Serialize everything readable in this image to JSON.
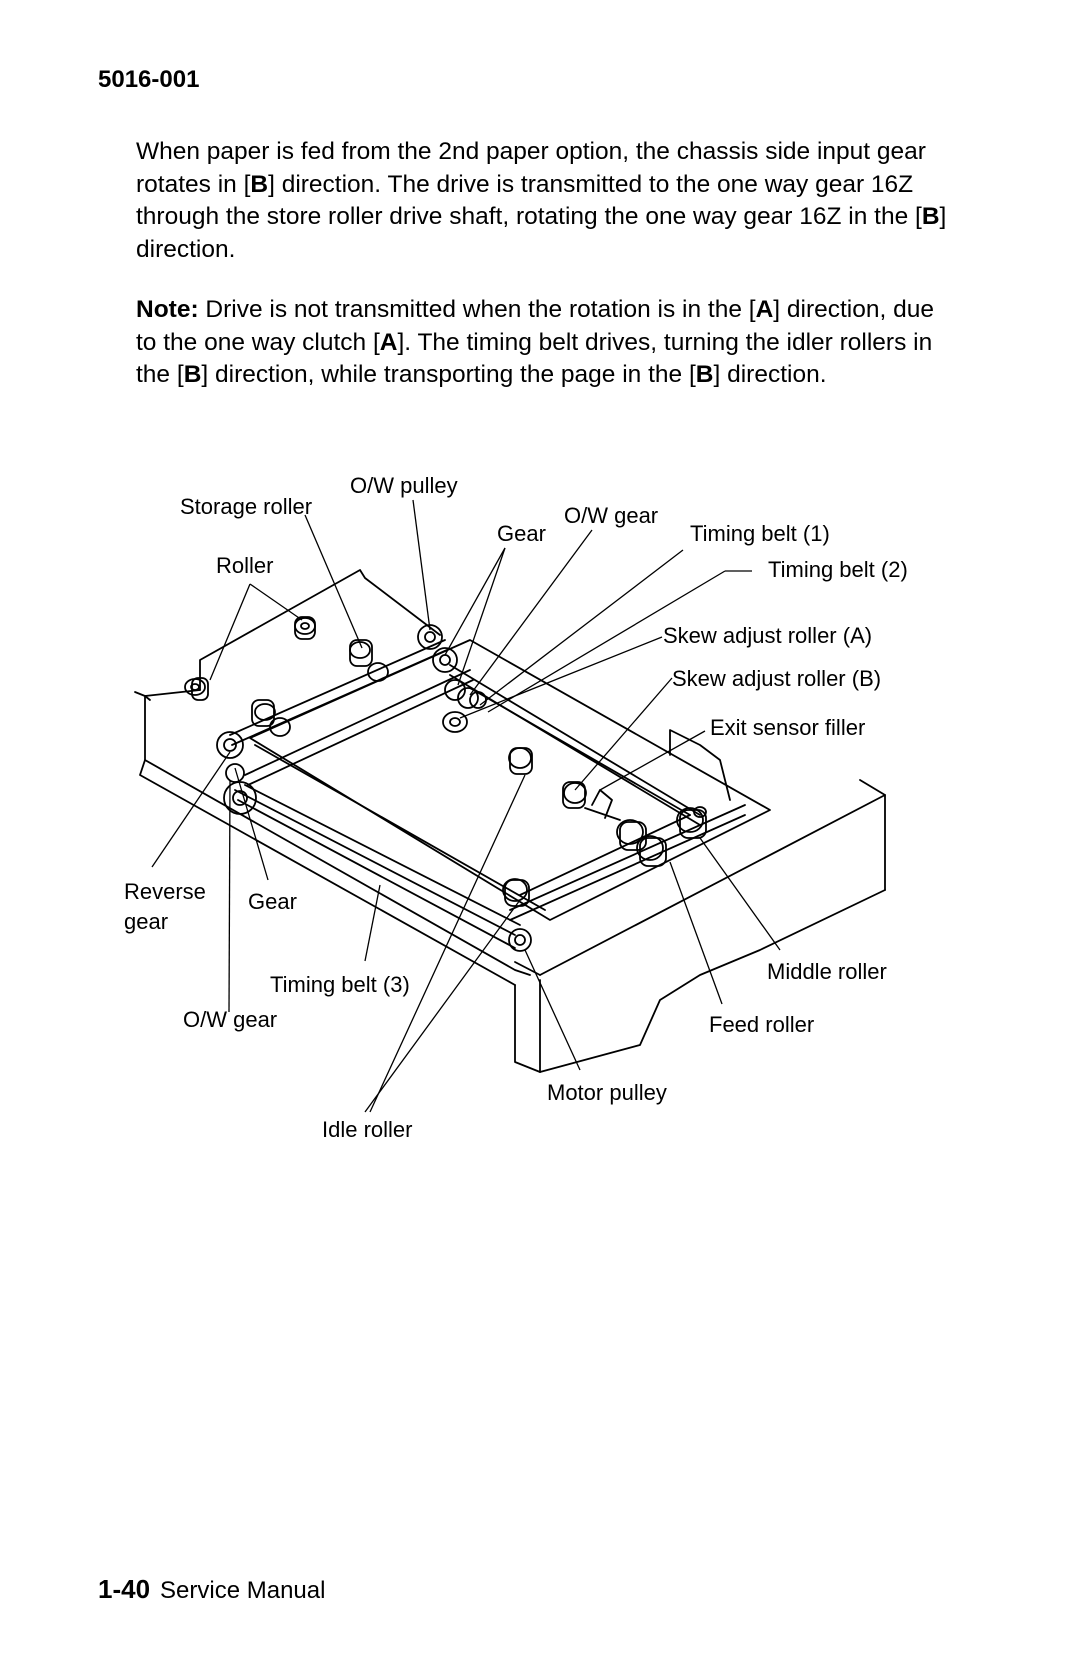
{
  "header": {
    "code": "5016-001"
  },
  "body": {
    "para1": [
      {
        "t": "When paper is fed from the 2nd paper option, the chassis side input gear rotates in ["
      },
      {
        "t": "B",
        "bold": true
      },
      {
        "t": "] direction. The drive is transmitted to the one way gear 16Z through the store roller drive shaft, rotating the one way gear 16Z in the ["
      },
      {
        "t": "B",
        "bold": true
      },
      {
        "t": "] direction."
      }
    ],
    "note": [
      {
        "t": "Note:",
        "bold": true
      },
      {
        "t": "  Drive is not transmitted when the rotation is in the ["
      },
      {
        "t": "A",
        "bold": true
      },
      {
        "t": "] direction, due to the one way clutch ["
      },
      {
        "t": "A",
        "bold": true
      },
      {
        "t": "]. The timing belt drives, turning the idler rollers in the ["
      },
      {
        "t": "B",
        "bold": true
      },
      {
        "t": "] direction, while transporting the page in the ["
      },
      {
        "t": "B",
        "bold": true
      },
      {
        "t": "] direction."
      }
    ]
  },
  "figure": {
    "labels": {
      "ow_pulley": "O/W pulley",
      "storage_roller": "Storage roller",
      "gear_top": "Gear",
      "ow_gear_top": "O/W gear",
      "timing_belt_1": "Timing belt (1)",
      "timing_belt_2": "Timing belt (2)",
      "roller": "Roller",
      "skew_adjust_a": "Skew adjust roller (A)",
      "skew_adjust_b": "Skew adjust roller (B)",
      "exit_sensor_filler": "Exit sensor filler",
      "reverse_gear_1": "Reverse",
      "reverse_gear_2": "gear",
      "gear_left": "Gear",
      "timing_belt_3": "Timing belt (3)",
      "ow_gear_left": "O/W gear",
      "middle_roller": "Middle roller",
      "feed_roller": "Feed roller",
      "motor_pulley": "Motor pulley",
      "idle_roller": "Idle roller"
    }
  },
  "footer": {
    "page": "1-40",
    "title": "Service Manual"
  }
}
